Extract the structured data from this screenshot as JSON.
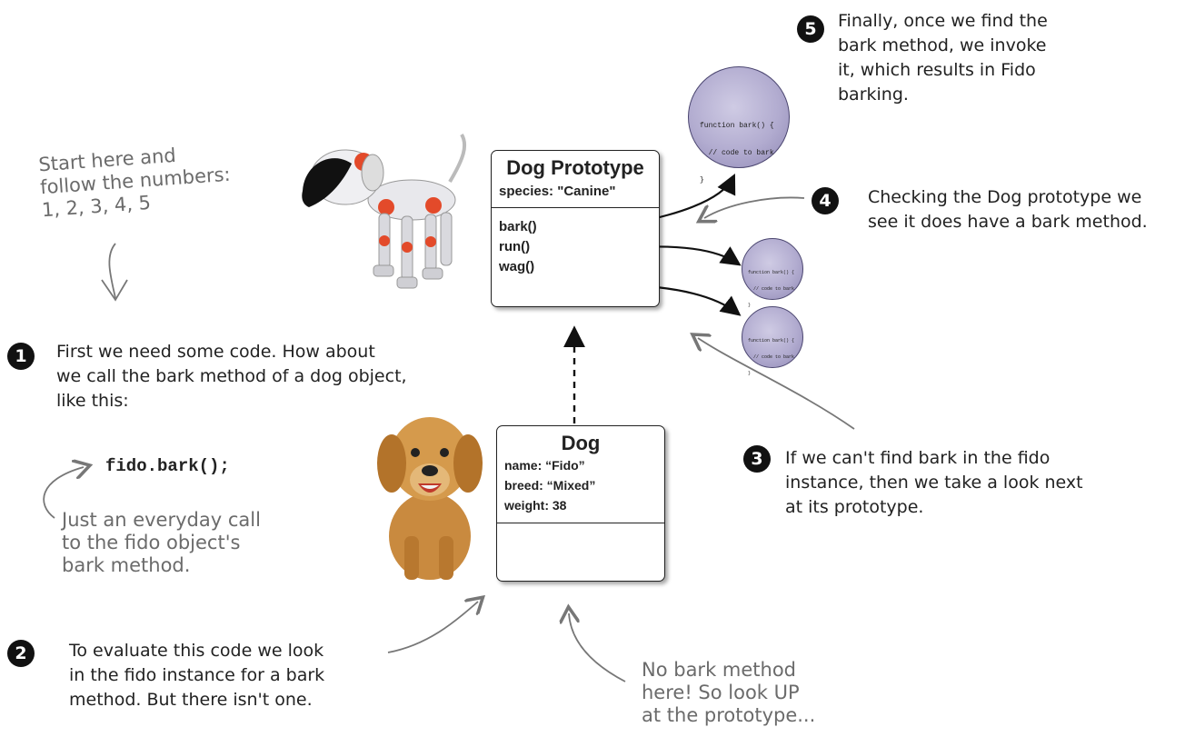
{
  "notes": {
    "start": [
      "Start here and",
      "follow the numbers:",
      "1, 2, 3, 4, 5"
    ],
    "everyday": [
      "Just an everyday call",
      "to the fido object's",
      "bark method."
    ],
    "no_bark": [
      "No bark method",
      "here! So look UP",
      "at the prototype..."
    ]
  },
  "steps": [
    {
      "num": "1",
      "lines": [
        "First we need some code. How about",
        "we call the bark method of a dog object,",
        "like this:"
      ]
    },
    {
      "num": "2",
      "lines": [
        "To evaluate this code we look",
        "in the fido instance for a bark",
        "method. But there isn't one."
      ]
    },
    {
      "num": "3",
      "lines": [
        "If we can't find bark in the fido",
        "instance, then we take a look next",
        "at its prototype."
      ]
    },
    {
      "num": "4",
      "lines": [
        "Checking the Dog prototype we",
        "see it does have a bark method."
      ]
    },
    {
      "num": "5",
      "lines": [
        "Finally, once we find the",
        "bark method, we invoke",
        "it, which results in Fido",
        "barking."
      ]
    }
  ],
  "code_call": "fido.bark();",
  "prototype_box": {
    "title": "Dog Prototype",
    "properties": [
      "species: \"Canine\""
    ],
    "methods": [
      "bark()",
      "run()",
      "wag()"
    ]
  },
  "instance_box": {
    "title": "Dog",
    "properties": [
      "name: “Fido”",
      "breed: “Mixed”",
      "weight: 38"
    ]
  },
  "bubble_code": [
    "function bark() {",
    "  // code to bark",
    "}"
  ]
}
